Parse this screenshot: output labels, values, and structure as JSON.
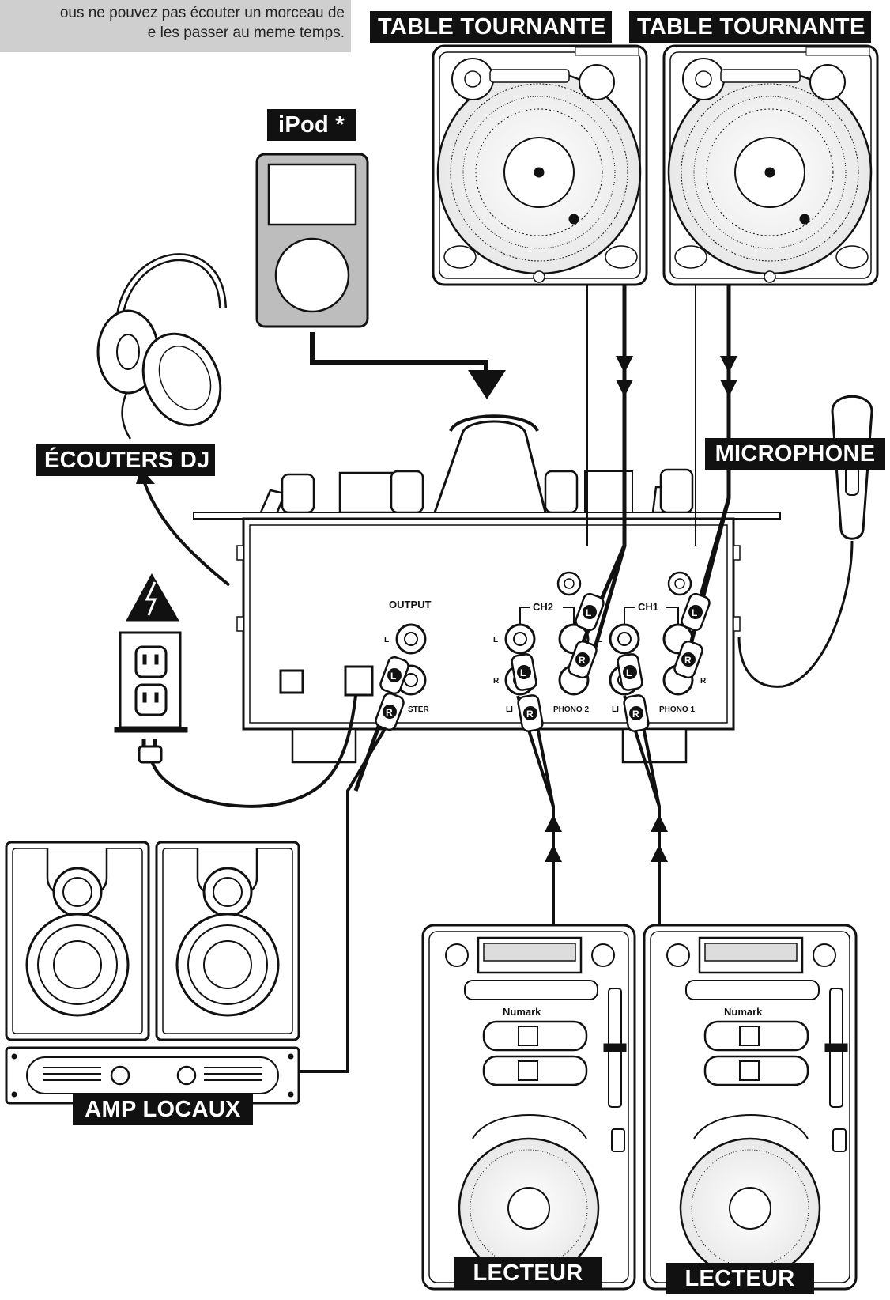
{
  "note": {
    "line1": "ous ne pouvez pas écouter un morceau de",
    "line2": "e les passer au meme temps."
  },
  "labels": {
    "turntable_left": "TABLE TOURNANTE",
    "turntable_right": "TABLE TOURNANTE",
    "ipod": "iPod *",
    "headphones": "ÉCOUTERS DJ",
    "microphone": "MICROPHONE",
    "amp": "AMP LOCAUX",
    "player_left": "LECTEUR",
    "player_right": "LECTEUR"
  },
  "mixer": {
    "output": "OUTPUT",
    "ch2": "CH2",
    "ch1": "CH1",
    "phono2": "PHONO 2",
    "phono1": "PHONO 1",
    "master": "STER",
    "line_l": "LI",
    "line_r": "LI",
    "side_l": "L",
    "side_r": "R"
  },
  "plugs": {
    "left": "L",
    "right": "R"
  },
  "player_brand": "Numark",
  "icons": [
    "headphones-icon",
    "ipod-icon",
    "turntable-icon",
    "microphone-icon",
    "speaker-icon",
    "amplifier-icon",
    "cd-player-icon",
    "power-outlet-icon",
    "high-voltage-warning-icon",
    "power-plug-icon",
    "arrow-down-icon",
    "arrow-up-icon",
    "rca-plug-icon"
  ]
}
